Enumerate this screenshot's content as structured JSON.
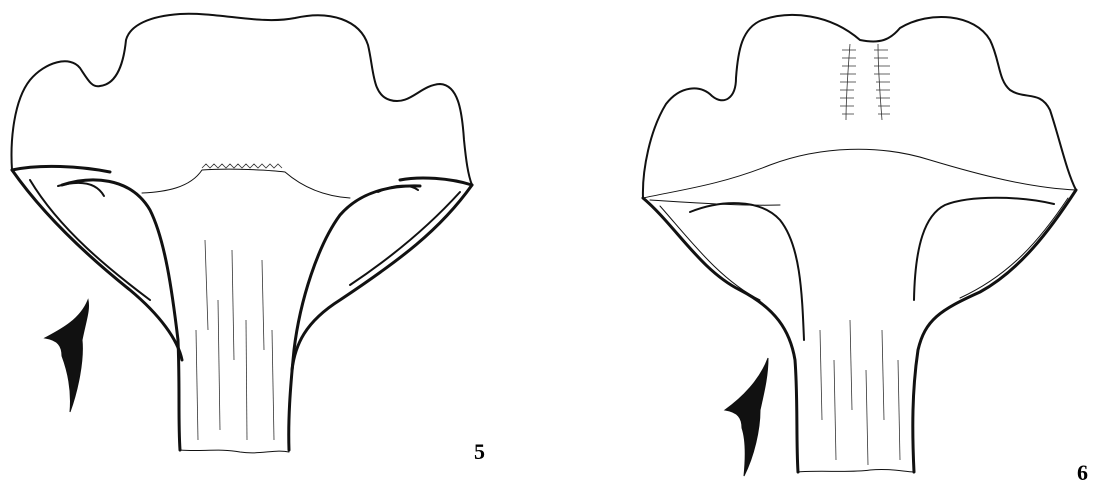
{
  "figures": [
    {
      "id": "fig-5",
      "label": "5"
    },
    {
      "id": "fig-6",
      "label": "6"
    }
  ],
  "icons": {
    "arrow_left": "up-arrow-icon",
    "arrow_right": "up-arrow-icon"
  },
  "colors": {
    "ink": "#111111",
    "background": "#ffffff"
  }
}
